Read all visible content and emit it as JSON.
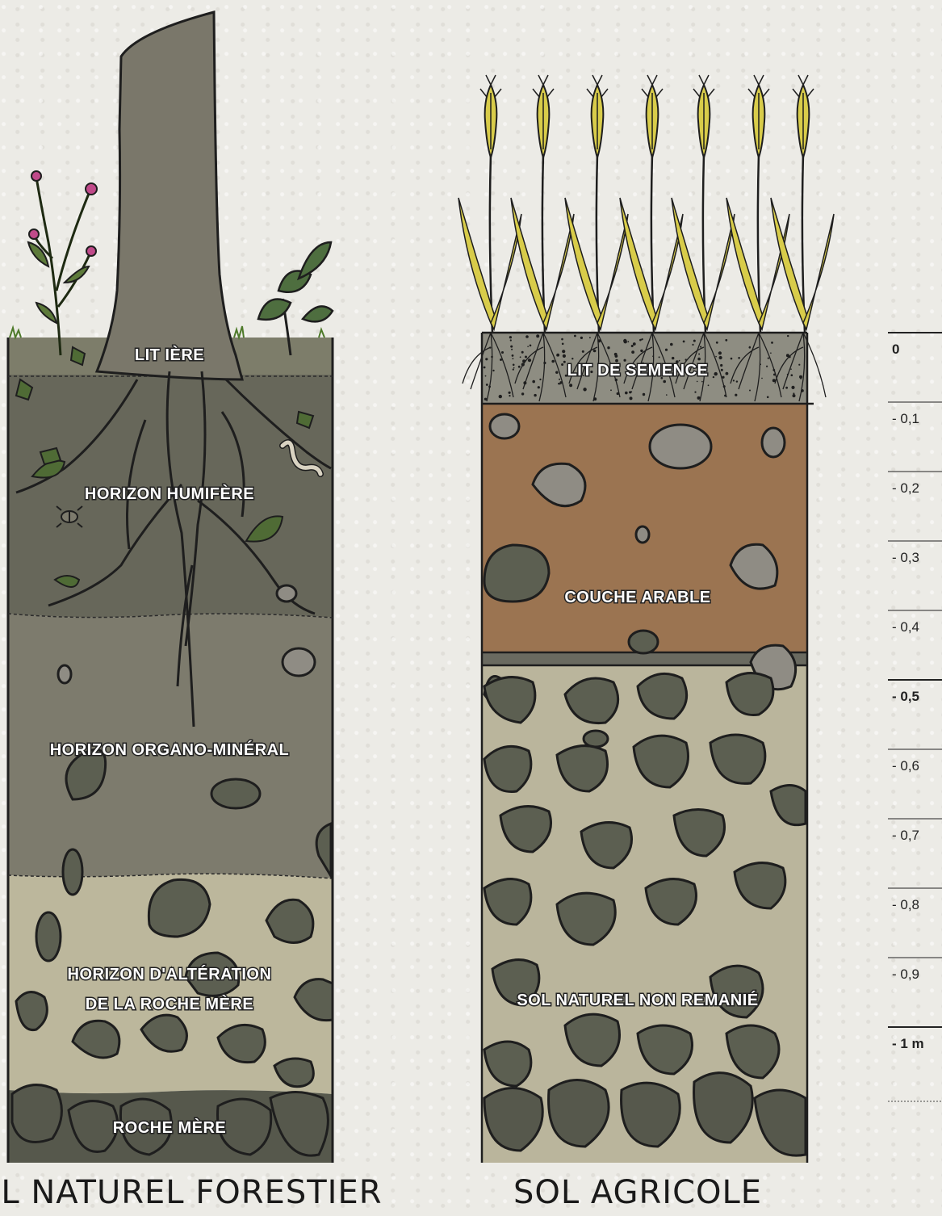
{
  "forest": {
    "title": "SOL NATUREL FORESTIER",
    "labels": {
      "litiere": "LIT IÈRE",
      "humifere": "HORIZON HUMIFÈRE",
      "organo": "HORIZON ORGANO-MINÉRAL",
      "alteration_1": "HORIZON D'ALTÉRATION",
      "alteration_2": "DE LA ROCHE MÈRE",
      "roche": "ROCHE MÈRE"
    }
  },
  "agri": {
    "title": "SOL AGRICOLE",
    "labels": {
      "semence": "LIT DE SEMENCE",
      "arable": "COUCHE ARABLE",
      "naturel": "SOL NATUREL NON REMANIÉ"
    }
  },
  "scale": {
    "ticks": [
      "0",
      "- 0,1",
      "- 0,2",
      "- 0,3",
      "- 0,4",
      "- 0,5",
      "- 0,6",
      "- 0,7",
      "- 0,8",
      "- 0,9",
      "- 1 m"
    ]
  },
  "colors": {
    "litter": "#7d7d6a",
    "humus": "#67675a",
    "organo": "#7d7b6d",
    "alteration": "#bcb79c",
    "bedrock": "#56584c",
    "seedbed": "#8e8d82",
    "arable": "#9b7451",
    "subsoil": "#bab59c",
    "stone_grey": "#8f8c84",
    "stone_olive": "#5c5f51",
    "leaf": "#4f6b35",
    "wheat": "#d8cc4a"
  }
}
